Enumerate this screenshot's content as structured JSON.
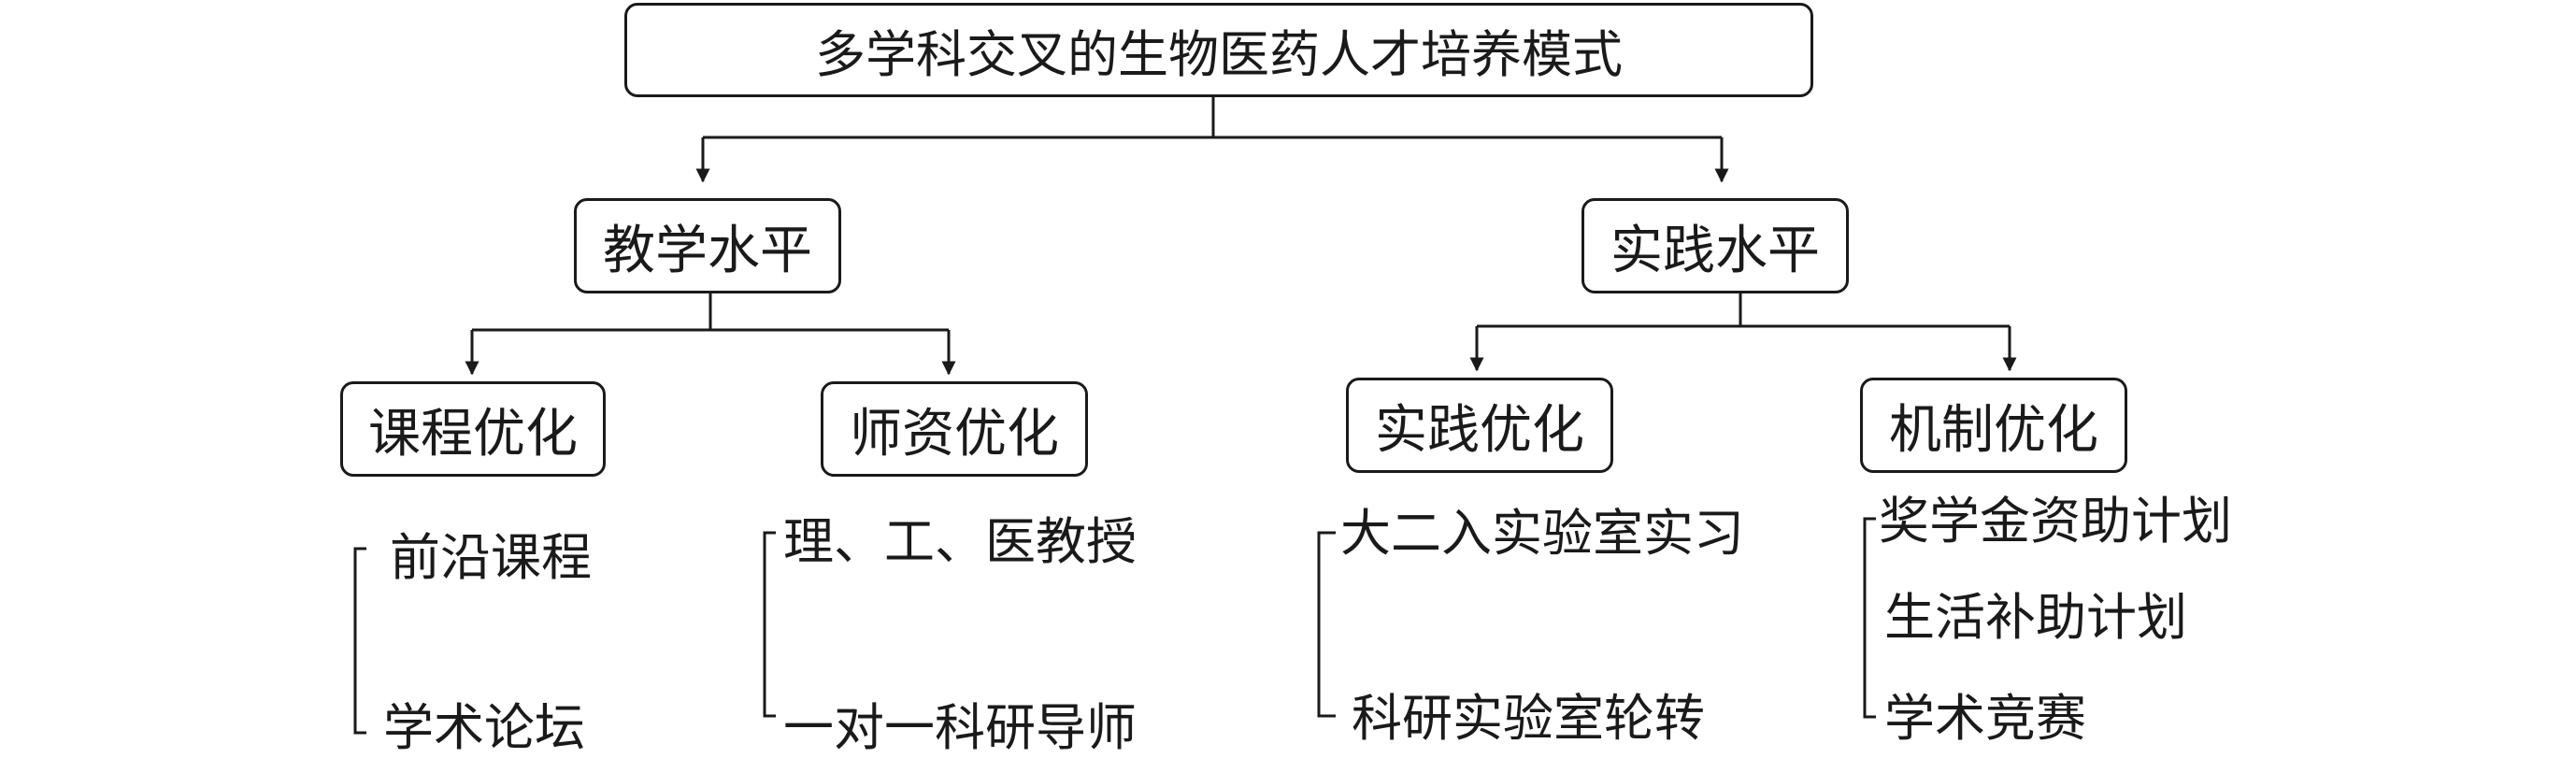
{
  "title": "多学科交叉的生物医药人才培养模式",
  "branches": [
    {
      "label": "教学水平",
      "children": [
        {
          "label": "课程优化",
          "items": [
            "前沿课程",
            "学术论坛"
          ]
        },
        {
          "label": "师资优化",
          "items": [
            "理、工、医教授",
            "一对一科研导师"
          ]
        }
      ]
    },
    {
      "label": "实践水平",
      "children": [
        {
          "label": "实践优化",
          "items": [
            "大二入实验室实习",
            "科研实验室轮转"
          ]
        },
        {
          "label": "机制优化",
          "items": [
            "奖学金资助计划",
            "生活补助计划",
            "学术竞赛"
          ]
        }
      ]
    }
  ]
}
